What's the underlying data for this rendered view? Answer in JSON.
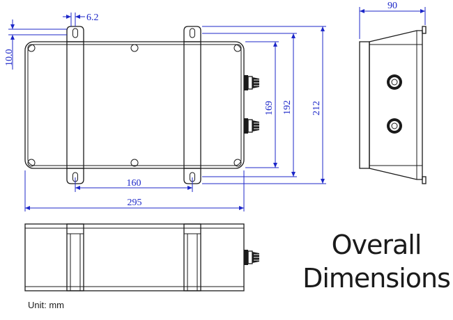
{
  "title": {
    "line1": "Overall",
    "line2": "Dimensions"
  },
  "unit_label": "Unit: mm",
  "dimensions": {
    "tab_width": "6.2",
    "tab_offset": "10.0",
    "mount_spacing": "160",
    "overall_length": "295",
    "height_inner": "169",
    "height_mid": "192",
    "height_overall": "212",
    "depth": "90"
  },
  "colors": {
    "dimension": "#1c27c8",
    "outline": "#1a1a1a"
  }
}
